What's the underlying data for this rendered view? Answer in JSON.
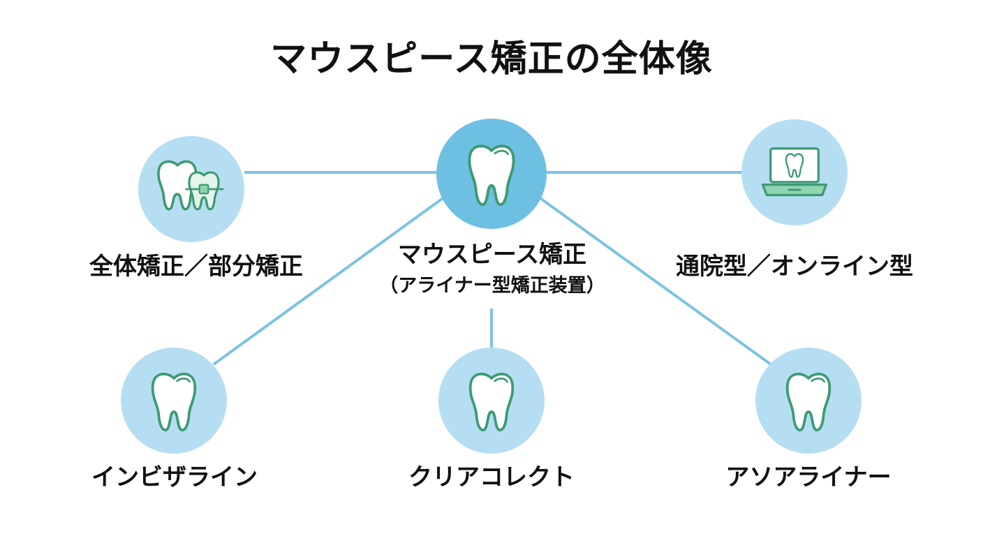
{
  "title": "マウスピース矯正の全体像",
  "colors": {
    "line": "#7cc3e3",
    "circle_light": "#b5def2",
    "circle_center": "#6ec0e2",
    "tooth_stroke": "#3d9a73",
    "tooth_fill": "#ffffff",
    "laptop_screen": "#ffffff",
    "laptop_base": "#8fd4ae"
  },
  "center": {
    "label": "マウスピース矯正",
    "sublabel": "（アライナー型矯正装置）",
    "icon": "tooth-icon"
  },
  "nodes": [
    {
      "label": "全体矯正／部分矯正",
      "icon": "tooth-with-braces-icon"
    },
    {
      "label": "通院型／オンライン型",
      "icon": "laptop-tooth-icon"
    },
    {
      "label": "インビザライン",
      "icon": "tooth-icon"
    },
    {
      "label": "クリアコレクト",
      "icon": "tooth-icon"
    },
    {
      "label": "アソアライナー",
      "icon": "tooth-icon"
    }
  ]
}
